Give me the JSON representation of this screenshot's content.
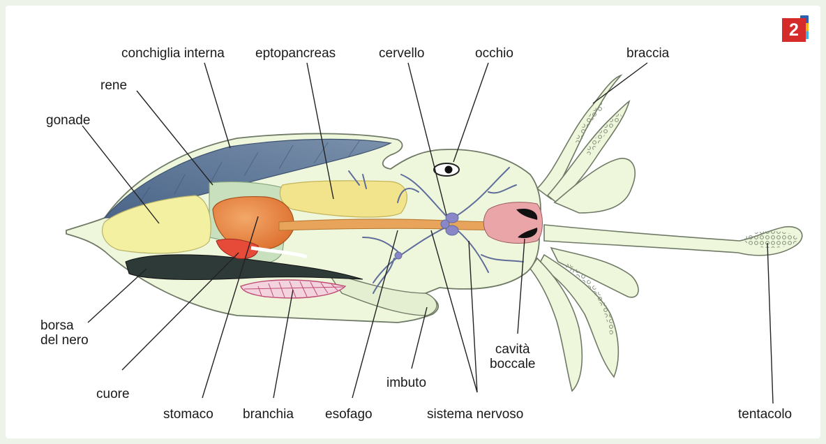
{
  "badge": {
    "number": "2",
    "color": "#d62b2b"
  },
  "labels": {
    "conchiglia_interna": "conchiglia interna",
    "eptopancreas": "eptopancreas",
    "cervello": "cervello",
    "occhio": "occhio",
    "braccia": "braccia",
    "rene": "rene",
    "gonade": "gonade",
    "borsa_del_nero_1": "borsa",
    "borsa_del_nero_2": "del nero",
    "cuore": "cuore",
    "stomaco": "stomaco",
    "branchia": "branchia",
    "esofago": "esofago",
    "imbuto": "imbuto",
    "sistema_nervoso": "sistema nervoso",
    "cavita_boccale_1": "cavità",
    "cavita_boccale_2": "boccale",
    "tentacolo": "tentacolo"
  },
  "colors": {
    "body": "#eef6dc",
    "outline": "#6f7a66",
    "shell": "#5d7796",
    "gonad": "#f3f0a2",
    "hepatopancreas": "#f1e48c",
    "stomach": "#e88a3c",
    "esophagus": "#e7a45a",
    "heart": "#e64b3a",
    "ink_sac": "#2d3a38",
    "gill": "#c04a73",
    "nerves": "#5f6d9a",
    "kidney": "#c8e0be",
    "buccal": "#e9a5a8"
  }
}
